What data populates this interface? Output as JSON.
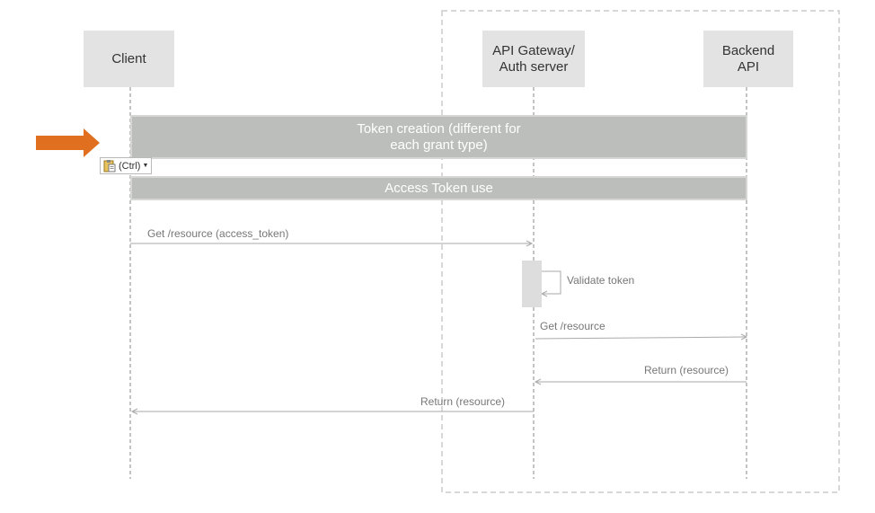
{
  "actors": [
    {
      "id": "client",
      "label": "Client"
    },
    {
      "id": "gateway",
      "label": "API Gateway/ Auth server"
    },
    {
      "id": "backend",
      "label": "Backend API"
    }
  ],
  "bands": {
    "token_creation": "Token creation (different for each grant type)",
    "access_token_use": "Access Token use"
  },
  "messages": {
    "get_resource_token": "Get /resource (access_token)",
    "validate_token": "Validate token",
    "get_resource": "Get /resource",
    "return_backend": "Return (resource)",
    "return_client": "Return (resource)"
  },
  "paste_options": {
    "label": "(Ctrl)",
    "icon": "clipboard-icon"
  },
  "pointer": {
    "icon": "arrow-right-icon",
    "color": "#e07020"
  },
  "colors": {
    "actor_fill": "#e3e3e3",
    "band_fill": "#bcbebb",
    "line": "#aaaaaa",
    "boundary": "#cccccc"
  }
}
